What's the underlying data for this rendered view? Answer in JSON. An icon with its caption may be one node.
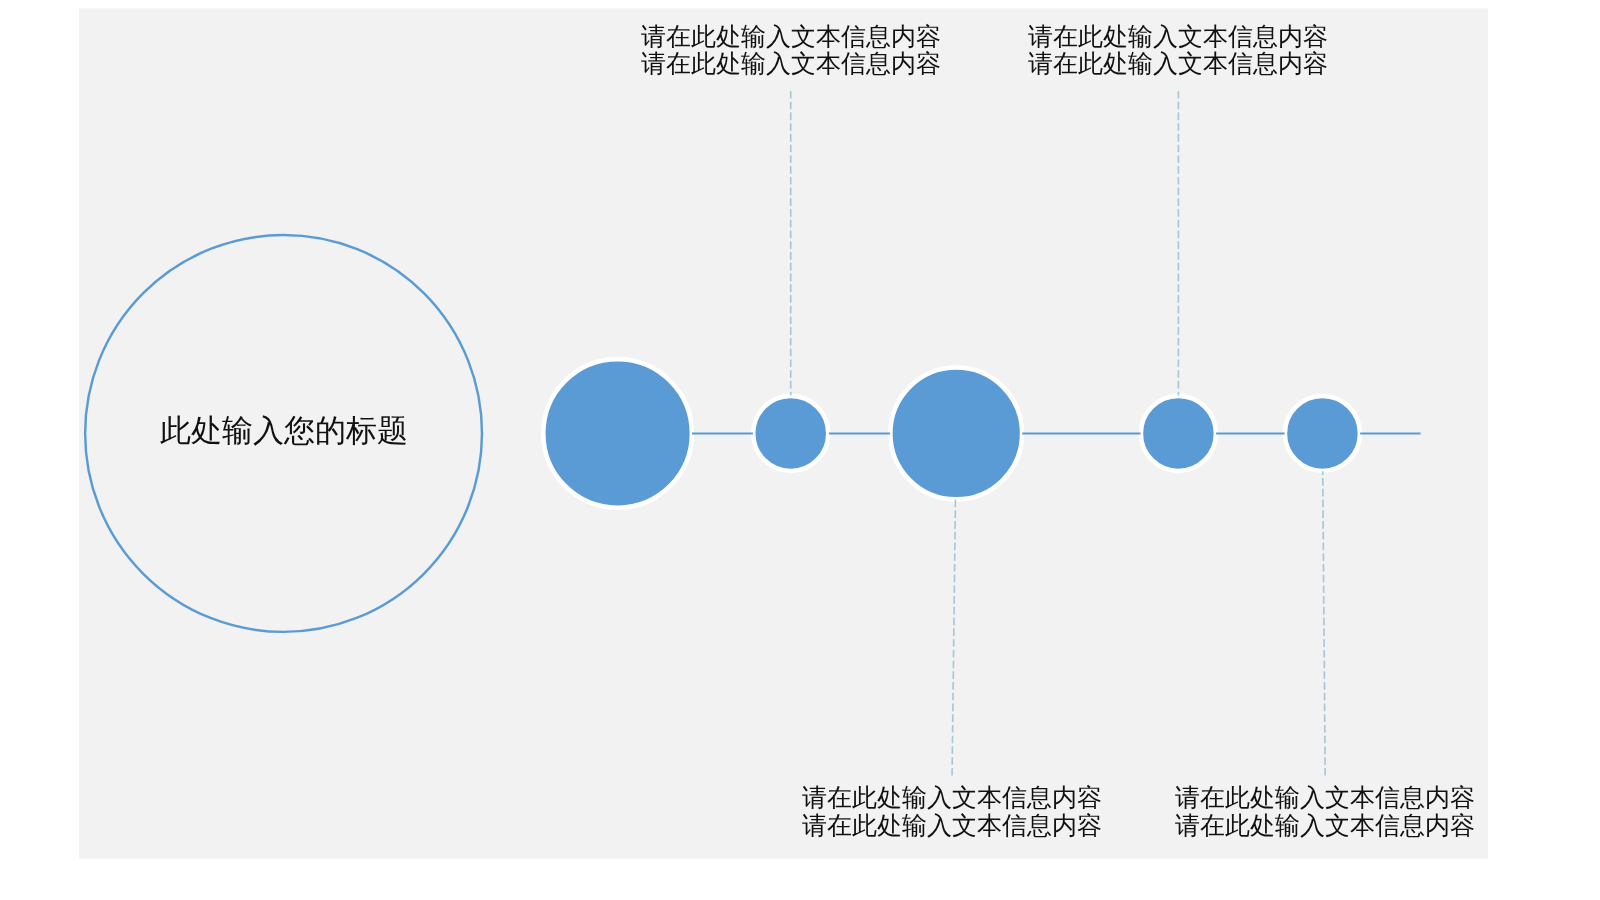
{
  "diagram": {
    "nodes": [
      {
        "text": [
          "此处输入您的标题"
        ]
      },
      {
        "text": [],
        "shape": "circle"
      },
      {
        "text": [],
        "shape": "circle"
      },
      {
        "text": [],
        "shape": "circle"
      },
      {
        "text": [],
        "shape": "circle"
      },
      {
        "text": [],
        "shape": "circle"
      },
      {
        "text": [
          "请在此处输入文本信息内容",
          "请在此处输入文本信息内容"
        ]
      },
      {
        "text": [
          "请在此处输入文本信息内容",
          "请在此处输入文本信息内容"
        ]
      },
      {
        "text": [
          "请在此处输入文本信息内容",
          "请在此处输入文本信息内容"
        ]
      },
      {
        "text": [
          "请在此处输入文本信息内容",
          "请在此处输入文本信息内容"
        ]
      }
    ],
    "edges": [
      {
        "from": 1,
        "to": 2,
        "arrow": "none"
      },
      {
        "from": 2,
        "to": 3,
        "arrow": "none"
      },
      {
        "from": 3,
        "to": 4,
        "arrow": "none"
      },
      {
        "from": 4,
        "to": 5,
        "arrow": "none"
      },
      {
        "from": 5,
        "to": null,
        "arrow": "none"
      },
      {
        "from": 6,
        "to": 2,
        "arrow": "none",
        "style": "dashed",
        "color": "#a9c8d6"
      },
      {
        "from": 7,
        "to": 4,
        "arrow": "none",
        "style": "dashed",
        "color": "#a9c8d6"
      },
      {
        "from": 8,
        "to": 3,
        "arrow": "none",
        "style": "dashed",
        "color": "#a9c8d6"
      },
      {
        "from": 9,
        "to": 5,
        "arrow": "none",
        "style": "dashed",
        "color": "#a9c8d6"
      }
    ]
  }
}
